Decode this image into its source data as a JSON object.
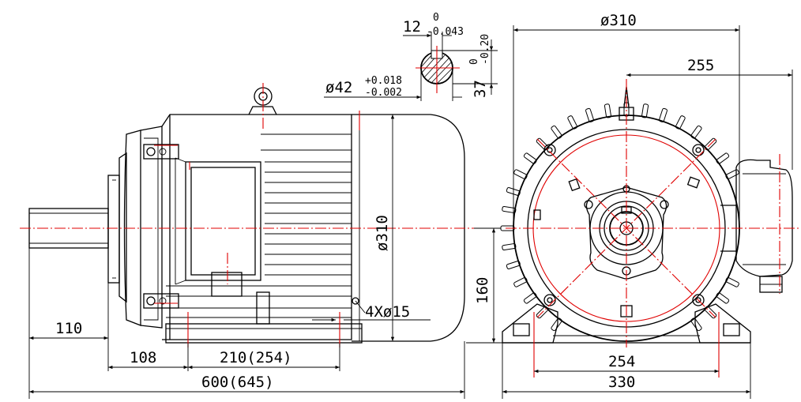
{
  "dimensions": {
    "shaft_extension": "110",
    "foot_to_flange": "108",
    "foot_spacing": "210(254)",
    "overall_length": "600(645)",
    "frame_diameter_side": "ø310",
    "shaft_height": "160",
    "foot_holes": "4Xø15",
    "frame_diameter_top": "ø310",
    "terminal_box_offset": "255",
    "foot_width_holes": "254",
    "foot_width_overall": "330"
  },
  "shaft_section": {
    "keyway_width": "12",
    "keyway_upper_tol": "0",
    "keyway_lower_tol": "-0.043",
    "shaft_diameter": "ø42",
    "shaft_upper_tol": "+0.018",
    "shaft_lower_tol": "-0.002",
    "key_height": "37",
    "key_upper_tol": "0",
    "key_lower_tol": "-0.20"
  },
  "colors": {
    "outline": "#000000",
    "centerline": "#e00000"
  }
}
